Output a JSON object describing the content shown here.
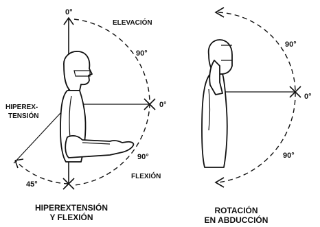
{
  "left_figure": {
    "angle_top": "0°",
    "elevation": "ELEVACIÓN",
    "angle_upper": "90°",
    "hyperextension_line1": "HIPEREX-",
    "hyperextension_line2": "TENSIÓN",
    "angle_right": "0°",
    "angle_lower": "90°",
    "angle_45": "45°",
    "flexion": "FLEXIÓN",
    "caption_line1": "HIPEREXTENSIÓN",
    "caption_line2": "Y FLEXIÓN"
  },
  "right_figure": {
    "angle_upper": "90°",
    "angle_right": "0°",
    "angle_lower": "90°",
    "caption_line1": "ROTACIÓN",
    "caption_line2": "EN ABDUCCIÓN"
  }
}
